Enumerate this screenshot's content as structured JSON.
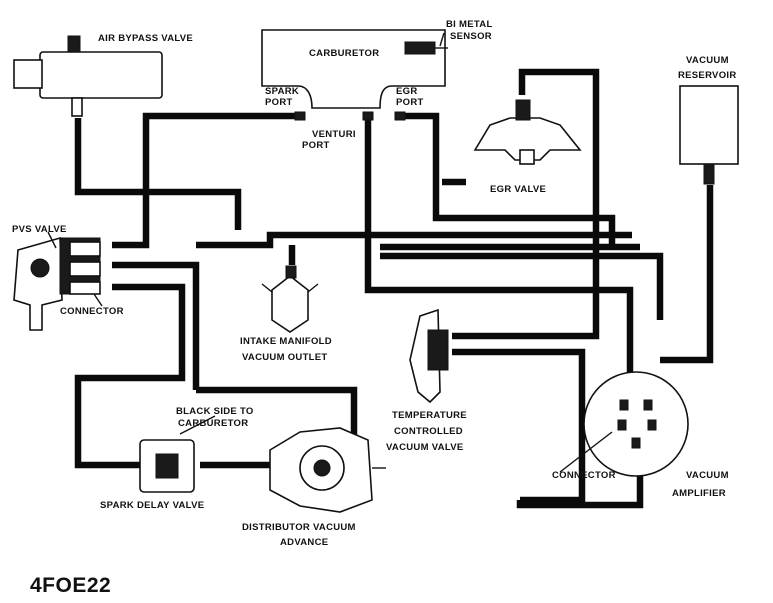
{
  "figure_id": "4FOE22",
  "labels": {
    "air_bypass_valve": "AIR BYPASS VALVE",
    "carburetor": "CARBURETOR",
    "bimetal_sensor_1": "BI METAL",
    "bimetal_sensor_2": "SENSOR",
    "spark_port_1": "SPARK",
    "spark_port_2": "PORT",
    "egr_port_1": "EGR",
    "egr_port_2": "PORT",
    "venturi_port_1": "VENTURI",
    "venturi_port_2": "PORT",
    "vacuum_reservoir_1": "VACUUM",
    "vacuum_reservoir_2": "RESERVOIR",
    "egr_valve": "EGR VALVE",
    "pvs_valve": "PVS VALVE",
    "connector_left": "CONNECTOR",
    "intake_manifold_1": "INTAKE MANIFOLD",
    "intake_manifold_2": "VACUUM OUTLET",
    "black_side_1": "BLACK SIDE TO",
    "black_side_2": "CARBURETOR",
    "spark_delay_valve": "SPARK DELAY VALVE",
    "distributor_1": "DISTRIBUTOR VACUUM",
    "distributor_2": "ADVANCE",
    "temp_valve_1": "TEMPERATURE",
    "temp_valve_2": "CONTROLLED",
    "temp_valve_3": "VACUUM VALVE",
    "connector_right": "CONNECTOR",
    "vacuum_amplifier_1": "VACUUM",
    "vacuum_amplifier_2": "AMPLIFIER"
  }
}
